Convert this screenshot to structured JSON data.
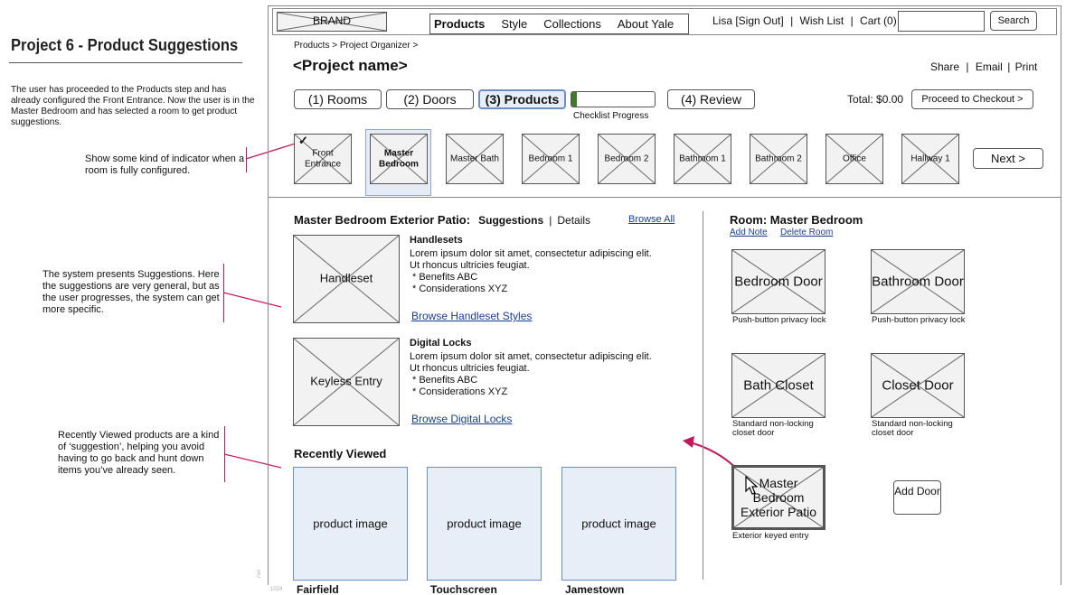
{
  "annotations": {
    "project_title": "Project 6 - Product Suggestions",
    "description": "The user has proceeded to the Products step and has already configured the Front Entrance. Now the user is in the Master Bedroom and has selected a room to get product suggestions.",
    "note_indicator": "Show some kind of indicator when a room is fully configured.",
    "note_suggestions": "The system presents Suggestions. Here the suggestions are very general, but as the user progresses, the system can get more specific.",
    "note_recent": "Recently Viewed products are a kind of ‘suggestion’, helping you avoid having to go back and hunt down items you’ve already seen.",
    "accent_color": "#c2185b"
  },
  "header": {
    "brand": "BRAND",
    "nav": [
      "Products",
      "Style",
      "Collections",
      "About Yale"
    ],
    "nav_active": "Products",
    "user": "Lisa [Sign Out]",
    "wishlist": "Wish List",
    "cart": "Cart (0)",
    "sep": "|",
    "search_label": "Search",
    "search_value": ""
  },
  "page": {
    "breadcrumb": "Products > Project Organizer >",
    "project_name": "<Project name>",
    "share": "Share",
    "email": "Email",
    "print": "Print"
  },
  "steps": {
    "items": [
      "(1) Rooms",
      "(2) Doors",
      "(3) Products",
      "(4) Review"
    ],
    "active": "(3) Products",
    "progress_fraction": 0.07,
    "progress_label": "Checklist Progress",
    "total": "Total: $0.00",
    "checkout": "Proceed to Checkout >"
  },
  "rooms": {
    "items": [
      "Front Entrance",
      "Master Bedroom",
      "Master Bath",
      "Bedroom 1",
      "Bedroom 2",
      "Bathroom 1",
      "Bathroom 2",
      "Office",
      "Hallway 1"
    ],
    "configured_mark": "✓",
    "selected": "Master Bedroom",
    "next": "Next >",
    "highlight_color": "#e6ecf5"
  },
  "suggestions": {
    "title": "Master Bedroom Exterior Patio:",
    "tab_suggestions": "Suggestions",
    "tab_sep": "|",
    "tab_details": "Details",
    "browse_all": "Browse All",
    "items": [
      {
        "image_label": "Handleset",
        "heading": "Handlesets",
        "text": "Lorem ipsum dolor sit amet, consectetur adipiscing elit. Ut rhoncus ultricies feugiat.",
        "benefits": "* Benefits ABC",
        "considerations": "* Considerations XYZ",
        "link": "Browse Handleset Styles"
      },
      {
        "image_label": "Keyless Entry",
        "heading": "Digital Locks",
        "text": "Lorem ipsum dolor sit amet, consectetur adipiscing elit. Ut rhoncus ultricies feugiat.",
        "benefits": "* Benefits ABC",
        "considerations": "* Considerations XYZ",
        "link": "Browse Digital Locks"
      }
    ]
  },
  "recent": {
    "title": "Recently Viewed",
    "image_label": "product image",
    "items": [
      "Fairfield",
      "Touchscreen",
      "Jamestown"
    ]
  },
  "room_panel": {
    "title": "Room: Master Bedroom",
    "add_note": "Add Note",
    "delete_room": "Delete Room",
    "doors": [
      {
        "label": "Bedroom Door",
        "caption": "Push-button privacy lock"
      },
      {
        "label": "Bathroom Door",
        "caption": "Push-button privacy lock"
      },
      {
        "label": "Bath Closet",
        "caption": "Standard non-locking closet door"
      },
      {
        "label": "Closet Door",
        "caption": "Standard non-locking closet door"
      },
      {
        "label": "Master Bedroom Exterior Patio",
        "caption": "Exterior keyed entry"
      }
    ],
    "add_door": "Add Door"
  },
  "misc": {
    "size_w": "750",
    "size_h": "1024"
  }
}
